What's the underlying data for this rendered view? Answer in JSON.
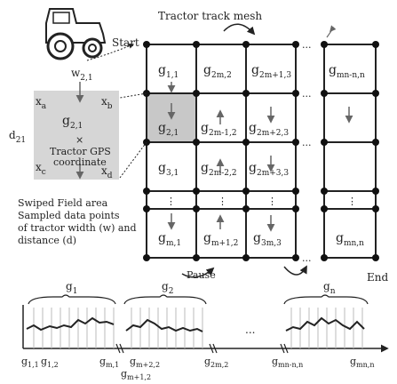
{
  "labels": {
    "start": "Start",
    "end": "End",
    "mesh_title": "Tractor track mesh",
    "pause": "Pause",
    "gps_line1": "Tractor GPS",
    "gps_line2": "coordinate",
    "swiped_line1": "Swiped Field area",
    "swiped_line2": "Sampled data points",
    "swiped_line3": "of tractor width (w) and",
    "swiped_line4": "distance (d)",
    "dots": "...",
    "vdots": "⋮"
  },
  "inset": {
    "w": "w",
    "w_sub": "2,1",
    "d": "d",
    "d_sub": "21",
    "g": "g",
    "g_sub": "2,1",
    "xa": "x",
    "xa_sub": "a",
    "xb": "x",
    "xb_sub": "b",
    "xc": "x",
    "xc_sub": "c",
    "xd": "x",
    "xd_sub": "d"
  },
  "cells": [
    {
      "id": "g11",
      "sub": "1,1"
    },
    {
      "id": "g2m2",
      "sub": "2m,2"
    },
    {
      "id": "g2m13",
      "sub": "2m+1,3"
    },
    {
      "id": "gmnnn",
      "sub": "mn-n,n"
    },
    {
      "id": "g21",
      "sub": "2,1"
    },
    {
      "id": "g2m12",
      "sub": "2m-1,2"
    },
    {
      "id": "g2m23",
      "sub": "2m+2,3"
    },
    {
      "id": "g31",
      "sub": "3,1"
    },
    {
      "id": "g2m22",
      "sub": "2m-2,2"
    },
    {
      "id": "g2m33",
      "sub": "2m+3,3"
    },
    {
      "id": "gm1",
      "sub": "m,1"
    },
    {
      "id": "gm12",
      "sub": "m+1,2"
    },
    {
      "id": "g3m3",
      "sub": "3m,3"
    },
    {
      "id": "gmnn",
      "sub": "mn,n"
    }
  ],
  "signal": {
    "segments": [
      {
        "g": "g",
        "sub": "1"
      },
      {
        "g": "g",
        "sub": "2"
      },
      {
        "g": "g",
        "sub": "n"
      }
    ],
    "axis_labels": [
      {
        "g": "g",
        "sub": "1,1"
      },
      {
        "g": "g",
        "sub": "1,2"
      },
      {
        "g": "g",
        "sub": "m,1"
      },
      {
        "g": "g",
        "sub": "m+2,2"
      },
      {
        "g": "g",
        "sub": "m+1,2"
      },
      {
        "g": "g",
        "sub": "2m,2"
      },
      {
        "g": "g",
        "sub": "mn-n,n"
      },
      {
        "g": "g",
        "sub": "mn,n"
      }
    ],
    "ellipsis": "..."
  },
  "colors": {
    "line": "#222222",
    "inset_fill": "#d6d6d6",
    "highlight_fill": "#c8c8c8",
    "arrow_gray": "#666666"
  }
}
